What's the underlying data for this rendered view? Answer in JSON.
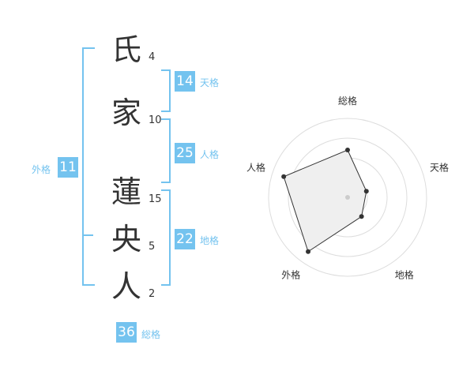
{
  "name": {
    "chars": [
      {
        "char": "氏",
        "strokes": "4"
      },
      {
        "char": "家",
        "strokes": "10"
      },
      {
        "char": "蓮",
        "strokes": "15"
      },
      {
        "char": "央",
        "strokes": "5"
      },
      {
        "char": "人",
        "strokes": "2"
      }
    ]
  },
  "kaku": {
    "ten": {
      "value": "14",
      "label": "天格"
    },
    "jin": {
      "value": "25",
      "label": "人格"
    },
    "chi": {
      "value": "22",
      "label": "地格"
    },
    "gai": {
      "value": "11",
      "label": "外格"
    },
    "sou": {
      "value": "36",
      "label": "総格"
    }
  },
  "chart_data": {
    "type": "radar",
    "axes": [
      "総格",
      "天格",
      "地格",
      "外格",
      "人格"
    ],
    "values": [
      0.6,
      0.25,
      0.3,
      0.85,
      0.85
    ],
    "max": 1,
    "rings": 4,
    "colors": {
      "grid": "#dddddd",
      "fill": "#efefef",
      "line": "#333333",
      "center": "#cccccc"
    }
  },
  "colors": {
    "accent": "#74c3ef",
    "text": "#333333"
  }
}
